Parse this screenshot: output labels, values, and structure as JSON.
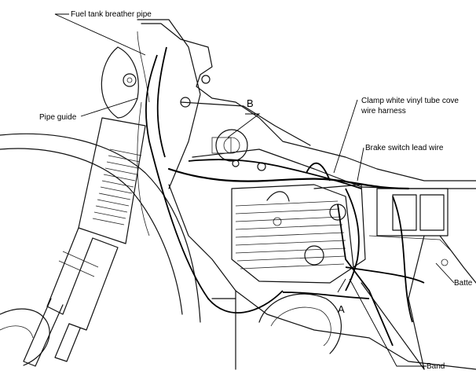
{
  "labels": {
    "fuel_tank_breather_pipe": "Fuel tank breather pipe",
    "pipe_guide": "Pipe guide",
    "b": "B",
    "clamp_line1": "Clamp white vinyl tube cove",
    "clamp_line2": "wire harness",
    "brake_switch": "Brake switch lead wire",
    "battery": "Batte",
    "a": "A",
    "band": "Band"
  }
}
